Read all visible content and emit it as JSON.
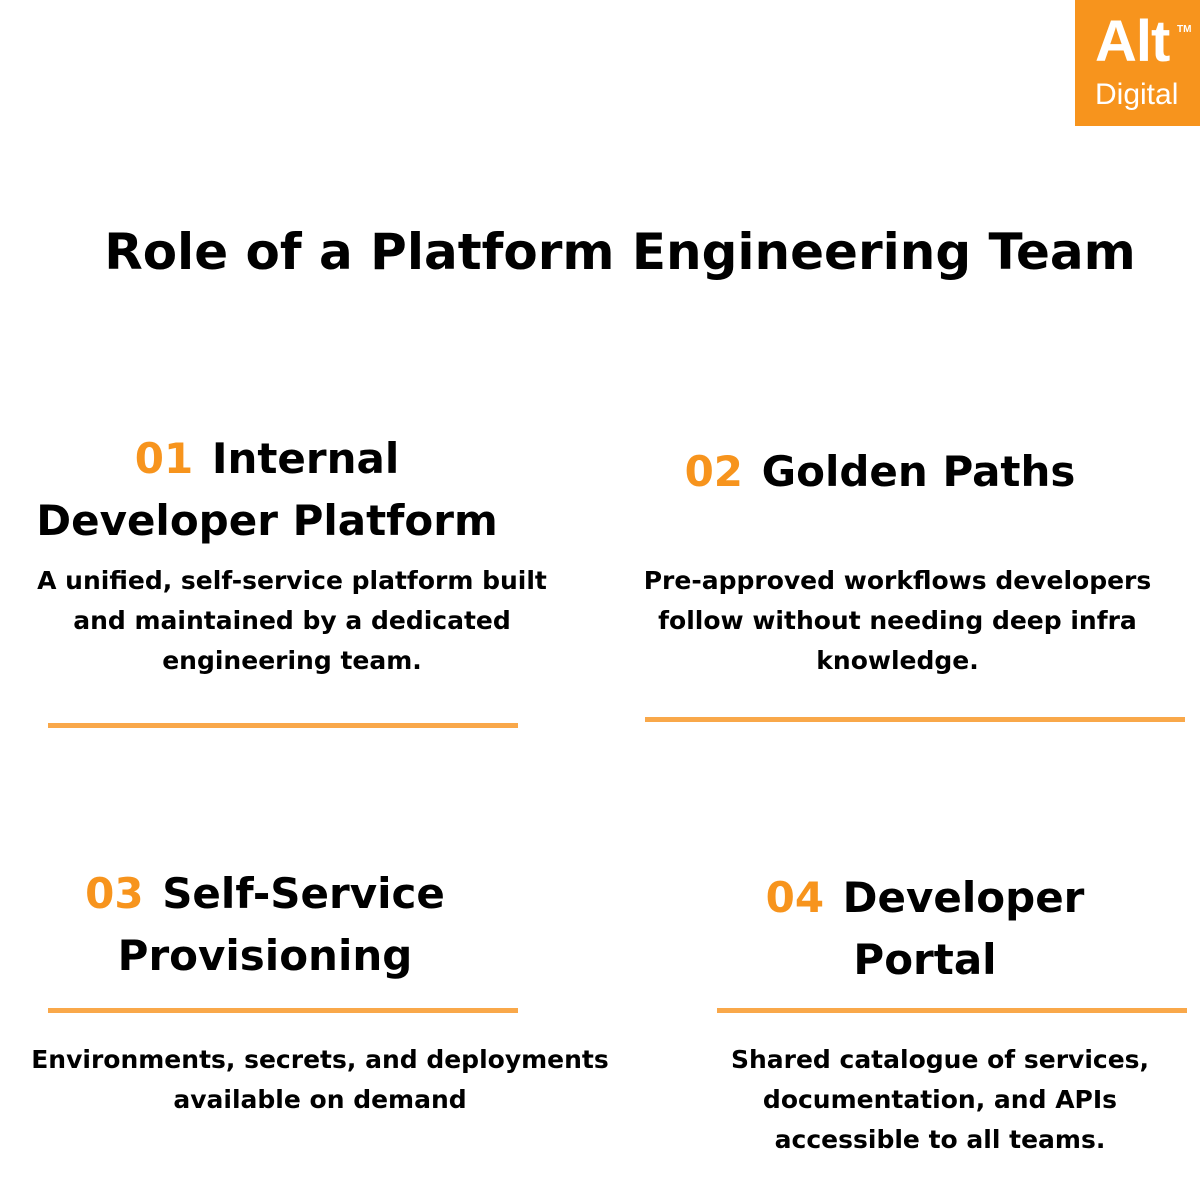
{
  "logo": {
    "line1": "Alt",
    "trademark": "TM",
    "line2": "Digital",
    "background": "#f7941d"
  },
  "title": "Role of a Platform Engineering Team",
  "accent_color": "#f7941d",
  "rule_color": "#f9a84a",
  "cards": [
    {
      "number": "01",
      "heading": "Internal Developer Platform",
      "description": "A unified, self-service platform built and maintained by a dedicated engineering team."
    },
    {
      "number": "02",
      "heading": "Golden Paths",
      "description": "Pre-approved workflows developers follow without needing deep infra knowledge."
    },
    {
      "number": "03",
      "heading": "Self-Service Provisioning",
      "description": "Environments, secrets, and deployments available on demand"
    },
    {
      "number": "04",
      "heading": "Developer Portal",
      "description": "Shared catalogue of services, documentation, and APIs accessible to all teams."
    }
  ]
}
